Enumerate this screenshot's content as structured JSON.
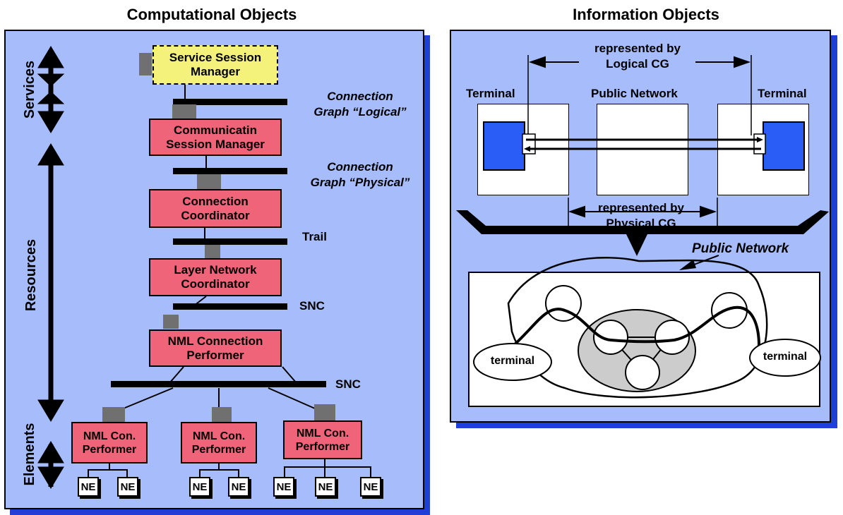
{
  "left": {
    "title": "Computational Objects",
    "axis_labels": {
      "services": "Services",
      "resources": "Resources",
      "elements": "Elements"
    },
    "boxes": {
      "ssm": [
        "Service Session",
        "Manager"
      ],
      "csm": [
        "Communicatin",
        "Session Manager"
      ],
      "cc": [
        "Connection",
        "Coordinator"
      ],
      "lnc": [
        "Layer Network",
        "Coordinator"
      ],
      "nml_cp": [
        "NML Connection",
        "Performer"
      ],
      "nml_con": [
        "NML Con.",
        "Performer"
      ]
    },
    "labels": {
      "cg_logical": [
        "Connection",
        "Graph “Logical”"
      ],
      "cg_physical": [
        "Connection",
        "Graph “Physical”"
      ],
      "trail": "Trail",
      "snc1": "SNC",
      "snc2": "SNC"
    },
    "ne_label": "NE"
  },
  "right": {
    "title": "Information Objects",
    "represented_logical": [
      "represented by",
      "Logical CG"
    ],
    "represented_physical": [
      "represented by",
      "Physical CG"
    ],
    "terminal_left": "Terminal",
    "public_network_header": "Public Network",
    "terminal_right": "Terminal",
    "public_network_italic": "Public Network",
    "terminal_oval_left": "terminal",
    "terminal_oval_right": "terminal"
  }
}
